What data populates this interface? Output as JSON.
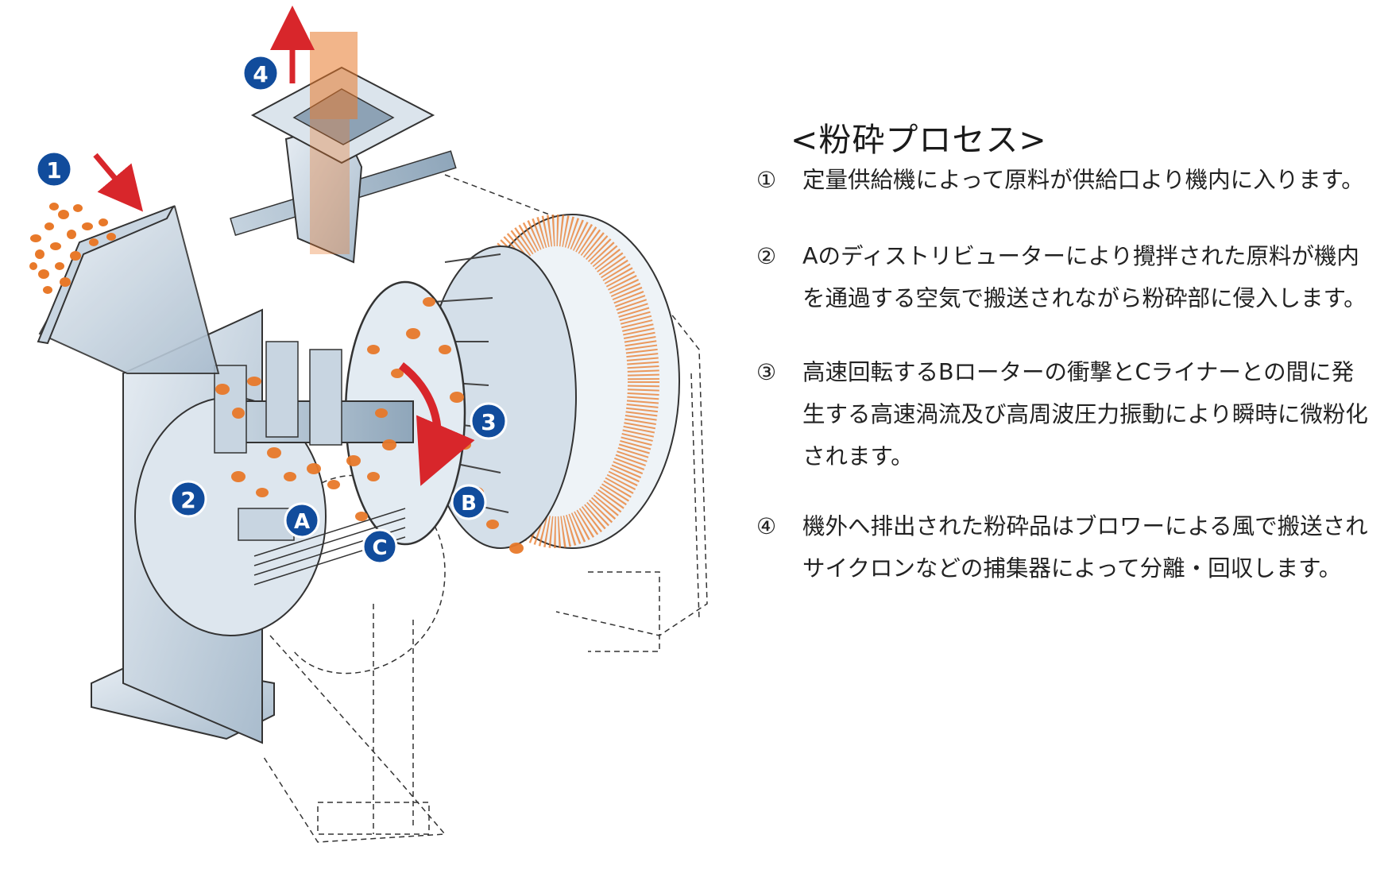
{
  "title": "<粉砕プロセス>",
  "steps": [
    {
      "num": "①",
      "lines": [
        "定量供給機によって原料が供給口より機内に入ります。"
      ]
    },
    {
      "num": "②",
      "lines": [
        "Aのディストリビューターにより攪拌された原料が機内",
        "を通過する空気で搬送されながら粉砕部に侵入します。"
      ]
    },
    {
      "num": "③",
      "lines": [
        "高速回転するBローターの衝撃とCライナーとの間に発",
        "生する高速渦流及び高周波圧力振動により瞬時に微粉化",
        "されます。"
      ]
    },
    {
      "num": "④",
      "lines": [
        "機外へ排出された粉砕品はブロワーによる風で搬送され",
        "サイクロンなどの捕集器によって分離・回収します。"
      ]
    }
  ],
  "diagram": {
    "badges": {
      "b1": "1",
      "b2": "2",
      "b3": "3",
      "b4": "4",
      "bA": "A",
      "bB": "B",
      "bC": "C"
    },
    "colors": {
      "badge": "#114c9c",
      "arrow": "#d8262b",
      "particle": "#e8792a",
      "metal": "#b9c9d8"
    }
  }
}
